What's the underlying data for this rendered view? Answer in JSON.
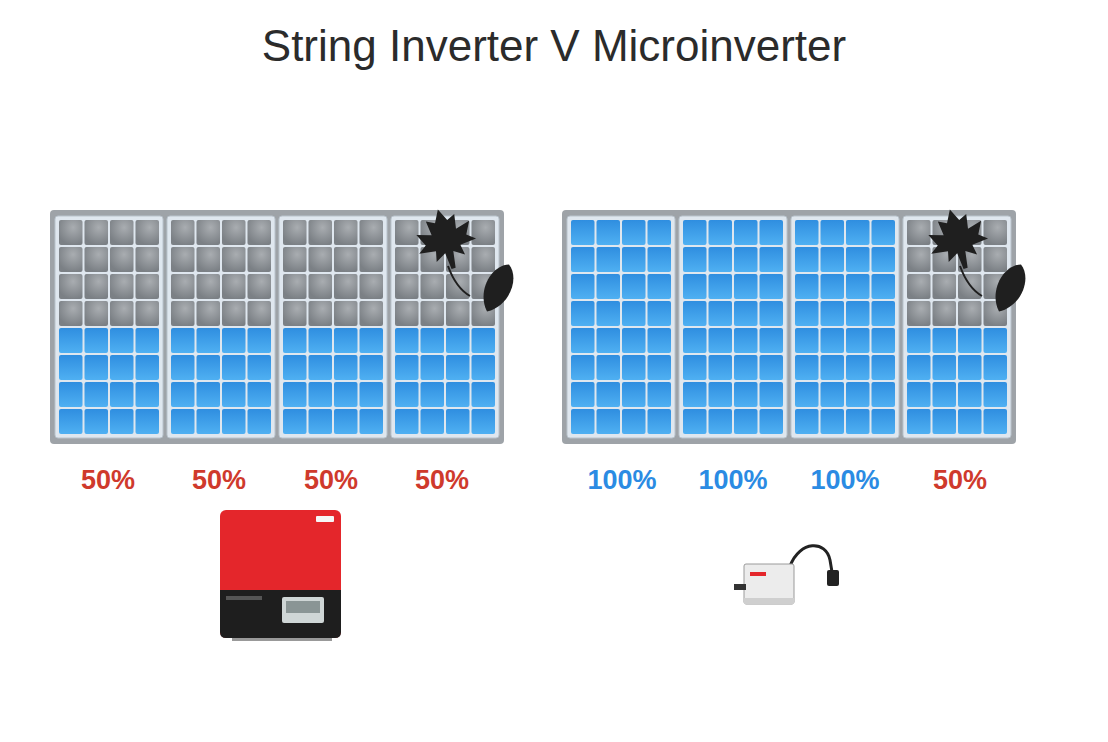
{
  "diagram": {
    "title": "String Inverter V Microinverter",
    "labels": [
      "50%",
      "50%",
      "50%",
      "50%",
      "100%",
      "100%",
      "100%",
      "50%"
    ]
  }
}
